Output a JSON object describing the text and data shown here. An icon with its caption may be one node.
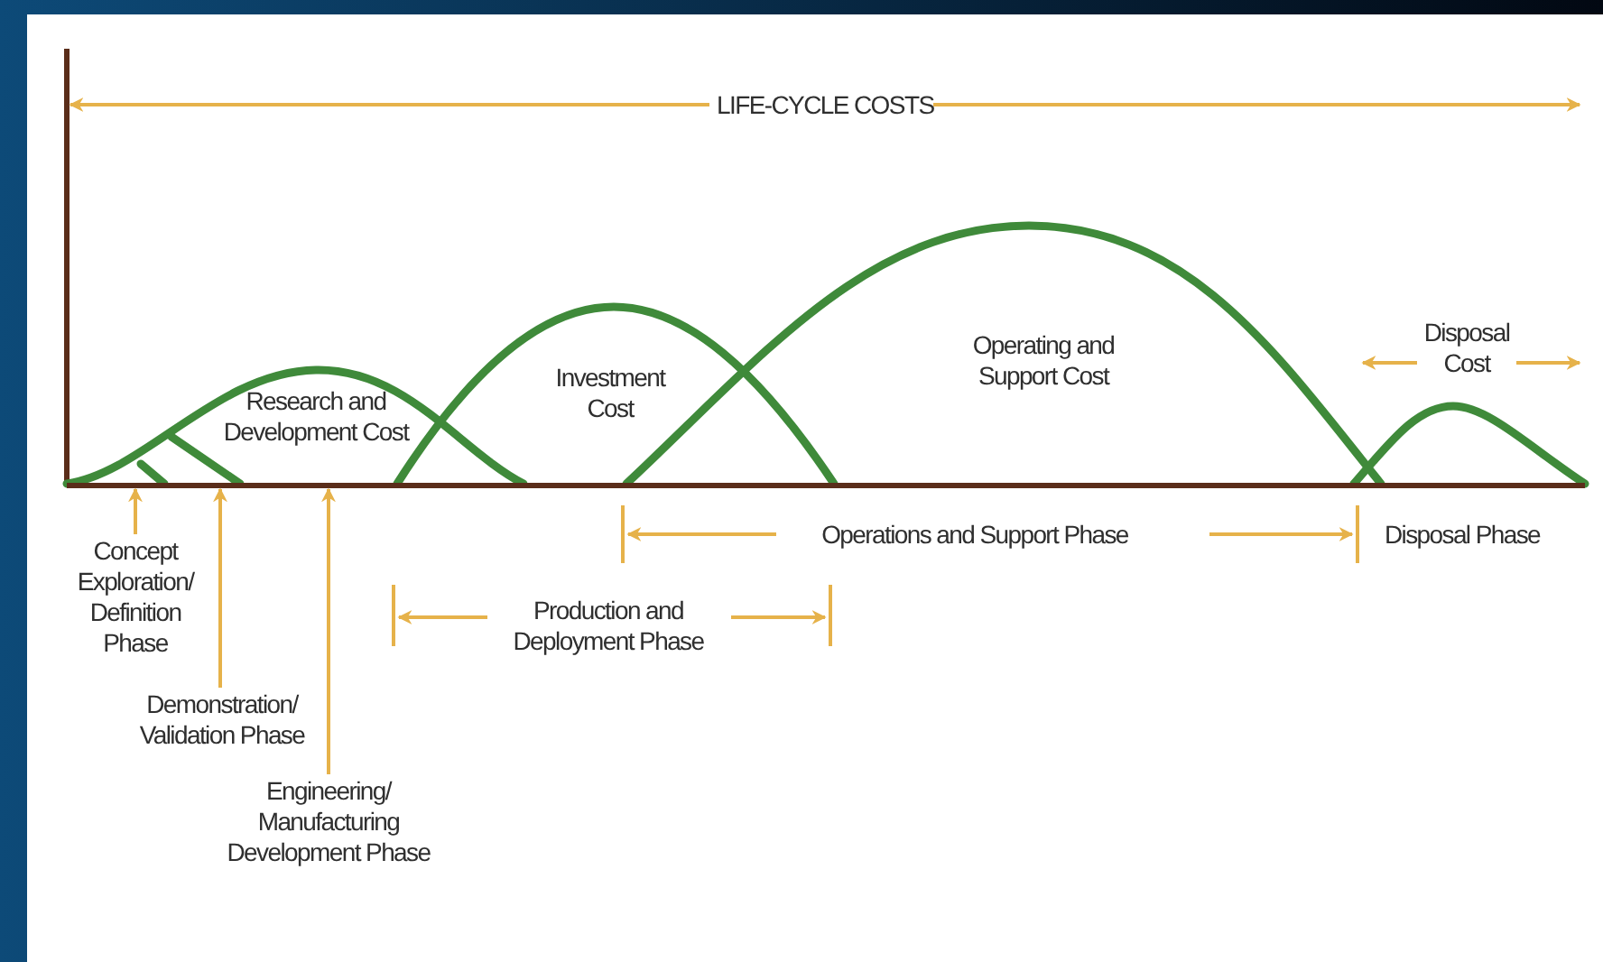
{
  "diagram": {
    "nodes": [
      {
        "text": [
          "Concept Exploration/ Definition Phase"
        ]
      },
      {
        "text": [
          "Demonstration/ Validation Phase"
        ]
      },
      {
        "text": [
          "Engineering/ Manufacturing Development Phase"
        ]
      },
      {
        "text": [],
        "shape": "line"
      }
    ],
    "edges": [
      {
        "from": 0,
        "to": 3,
        "arrow": "to"
      },
      {
        "from": 1,
        "to": 3,
        "arrow": "to"
      },
      {
        "from": 2,
        "to": 3,
        "arrow": "to"
      }
    ],
    "labels": [
      "LIFE-CYCLE COSTS",
      "Research and Development Cost",
      "Investment Cost",
      "Operating and Support Cost",
      "Disposal Cost",
      "Operations and Support Phase",
      "Disposal Phase",
      "Production and Deployment Phase"
    ]
  }
}
